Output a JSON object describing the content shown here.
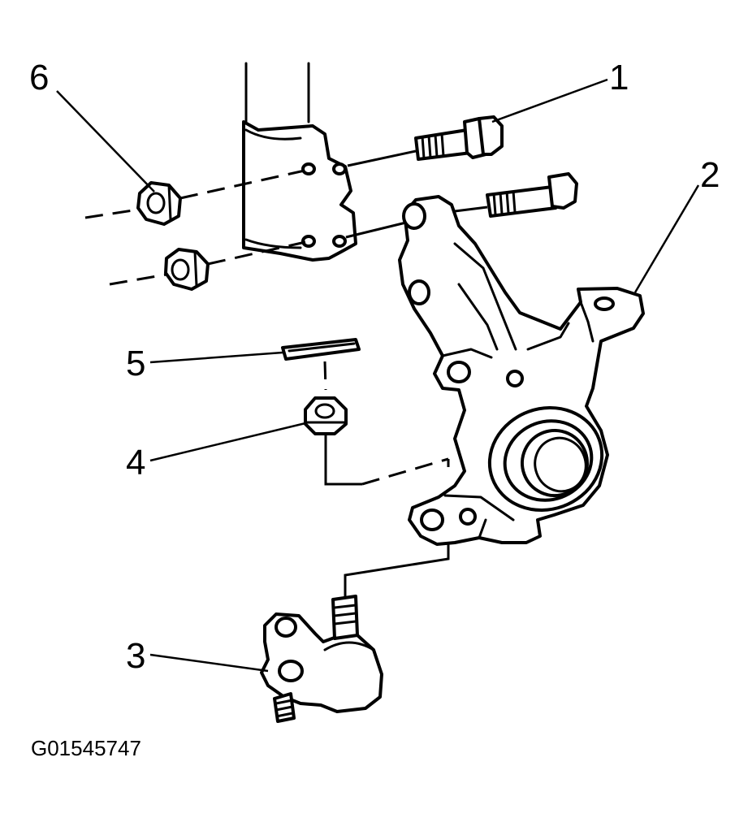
{
  "callouts": {
    "c1": "1",
    "c2": "2",
    "c3": "3",
    "c4": "4",
    "c5": "5",
    "c6": "6"
  },
  "figure_id": "G01545747"
}
